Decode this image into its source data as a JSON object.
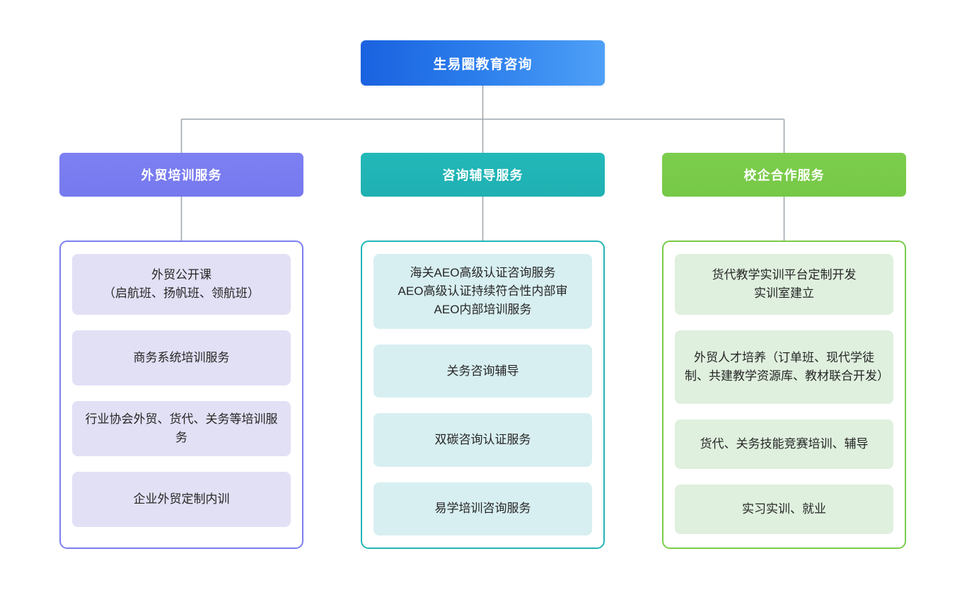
{
  "diagram": {
    "title": "生易圈教育咨询",
    "line_color": "#9aa5ad",
    "root": {
      "label": "生易圈教育咨询",
      "gradient_from": "#1a62e0",
      "gradient_to": "#4ea0f7"
    },
    "branches": [
      {
        "label": "外贸培训服务",
        "accent": "#7b7ef0",
        "card_fill": "#e2e0f5",
        "items": [
          "外贸公开课\n（启航班、扬帆班、领航班）",
          "商务系统培训服务",
          "行业协会外贸、货代、关务等培训服务",
          "企业外贸定制内训"
        ]
      },
      {
        "label": "咨询辅导服务",
        "accent": "#23b5b6",
        "card_fill": "#d8eff1",
        "items": [
          "海关AEO高级认证咨询服务\nAEO高级认证持续符合性内部审\nAEO内部培训服务",
          "关务咨询辅导",
          "双碳咨询认证服务",
          "易学培训咨询服务"
        ]
      },
      {
        "label": "校企合作服务",
        "accent": "#79cc4a",
        "card_fill": "#dff0de",
        "items": [
          "货代教学实训平台定制开发\n实训室建立",
          "外贸人才培养（订单班、现代学徒制、共建教学资源库、教材联合开发）",
          "货代、关务技能竞赛培训、辅导",
          "实习实训、就业"
        ]
      }
    ]
  }
}
